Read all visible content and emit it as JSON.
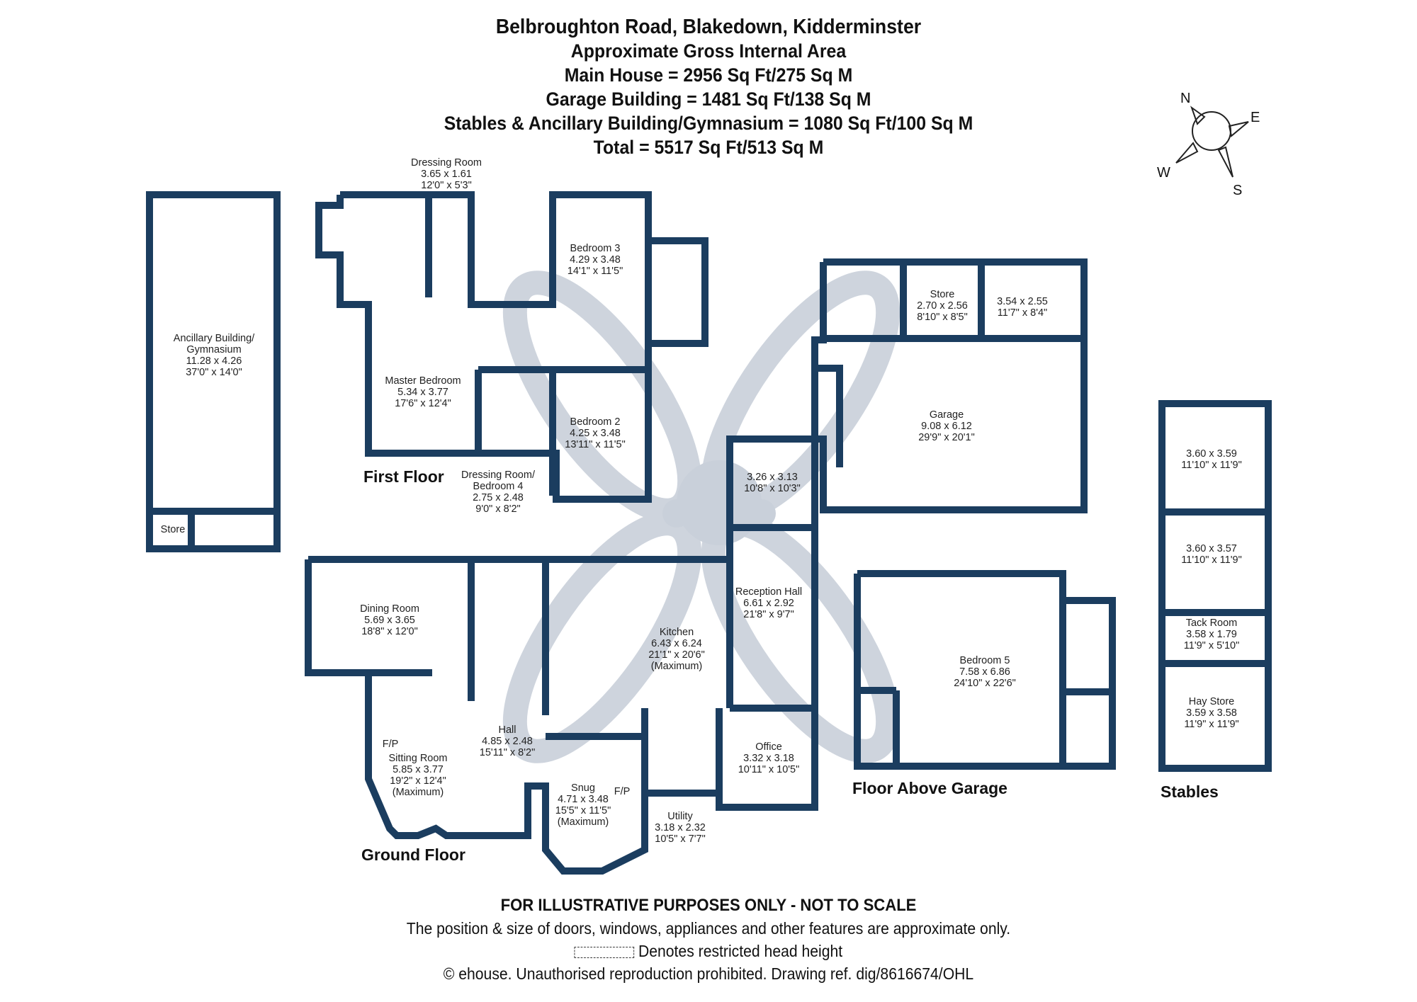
{
  "header": {
    "address": "Belbroughton Road, Blakedown, Kidderminster",
    "subtitle": "Approximate Gross Internal Area",
    "main_house": "Main House = 2956 Sq Ft/275 Sq M",
    "garage_building": "Garage Building = 1481 Sq Ft/138 Sq M",
    "stables_ancillary": "Stables & Ancillary Building/Gymnasium = 1080 Sq Ft/100 Sq M",
    "total": "Total = 5517 Sq Ft/513 Sq M"
  },
  "compass": {
    "n": "N",
    "e": "E",
    "s": "S",
    "w": "W"
  },
  "colors": {
    "wall": "#1b3d5f",
    "watermark": "#c9d0da",
    "text": "#222222"
  },
  "floors": {
    "first_floor": "First Floor",
    "ground_floor": "Ground Floor",
    "floor_above_garage": "Floor Above Garage",
    "stables": "Stables"
  },
  "rooms": {
    "ancillary": {
      "name": "Ancillary Building/",
      "name2": "Gymnasium",
      "metric": "11.28 x 4.26",
      "imperial": "37'0\" x 14'0\""
    },
    "ancillary_store": {
      "name": "Store"
    },
    "dressing_room": {
      "name": "Dressing Room",
      "metric": "3.65 x 1.61",
      "imperial": "12'0\" x 5'3\""
    },
    "bedroom3": {
      "name": "Bedroom 3",
      "metric": "4.29 x 3.48",
      "imperial": "14'1\" x 11'5\""
    },
    "master_bedroom": {
      "name": "Master Bedroom",
      "metric": "5.34 x 3.77",
      "imperial": "17'6\" x 12'4\""
    },
    "bedroom2": {
      "name": "Bedroom 2",
      "metric": "4.25 x 3.48",
      "imperial": "13'11\" x 11'5\""
    },
    "dressing_bed4": {
      "name": "Dressing Room/",
      "name2": "Bedroom 4",
      "metric": "2.75 x 2.48",
      "imperial": "9'0\" x 8'2\""
    },
    "garage_store": {
      "name": "Store",
      "metric": "2.70 x 2.56",
      "imperial": "8'10\" x 8'5\""
    },
    "garage_room": {
      "metric": "3.54 x 2.55",
      "imperial": "11'7\" x 8'4\""
    },
    "garage": {
      "name": "Garage",
      "metric": "9.08 x 6.12",
      "imperial": "29'9\" x 20'1\""
    },
    "lobby": {
      "metric": "3.26 x 3.13",
      "imperial": "10'8\" x 10'3\""
    },
    "dining_room": {
      "name": "Dining Room",
      "metric": "5.69 x 3.65",
      "imperial": "18'8\" x 12'0\""
    },
    "kitchen": {
      "name": "Kitchen",
      "metric": "6.43 x 6.24",
      "imperial": "21'1\" x 20'6\"",
      "note": "(Maximum)"
    },
    "reception_hall": {
      "name": "Reception Hall",
      "metric": "6.61 x 2.92",
      "imperial": "21'8\" x 9'7\""
    },
    "sitting_room": {
      "name": "Sitting Room",
      "metric": "5.85 x 3.77",
      "imperial": "19'2\" x 12'4\"",
      "note": "(Maximum)",
      "fp": "F/P"
    },
    "hall": {
      "name": "Hall",
      "metric": "4.85 x 2.48",
      "imperial": "15'11\" x 8'2\""
    },
    "snug": {
      "name": "Snug",
      "metric": "4.71 x 3.48",
      "imperial": "15'5\" x 11'5\"",
      "note": "(Maximum)",
      "fp": "F/P"
    },
    "utility": {
      "name": "Utility",
      "metric": "3.18 x 2.32",
      "imperial": "10'5\" x 7'7\""
    },
    "office": {
      "name": "Office",
      "metric": "3.32 x 3.18",
      "imperial": "10'11\" x 10'5\""
    },
    "bedroom5": {
      "name": "Bedroom 5",
      "metric": "7.58 x 6.86",
      "imperial": "24'10\" x 22'6\""
    },
    "stable1": {
      "metric": "3.60 x 3.59",
      "imperial": "11'10\" x 11'9\""
    },
    "stable2": {
      "metric": "3.60 x 3.57",
      "imperial": "11'10\" x 11'9\""
    },
    "tack_room": {
      "name": "Tack Room",
      "metric": "3.58 x 1.79",
      "imperial": "11'9\" x 5'10\""
    },
    "hay_store": {
      "name": "Hay Store",
      "metric": "3.59 x 3.58",
      "imperial": "11'9\" x 11'9\""
    }
  },
  "footer": {
    "disclaimer": "FOR ILLUSTRATIVE PURPOSES ONLY - NOT TO SCALE",
    "approx_note": "The position & size of doors, windows, appliances and other features are approximate only.",
    "legend": "Denotes restricted head height",
    "copyright": "© ehouse. Unauthorised reproduction prohibited. Drawing ref. dig/8616674/OHL"
  }
}
